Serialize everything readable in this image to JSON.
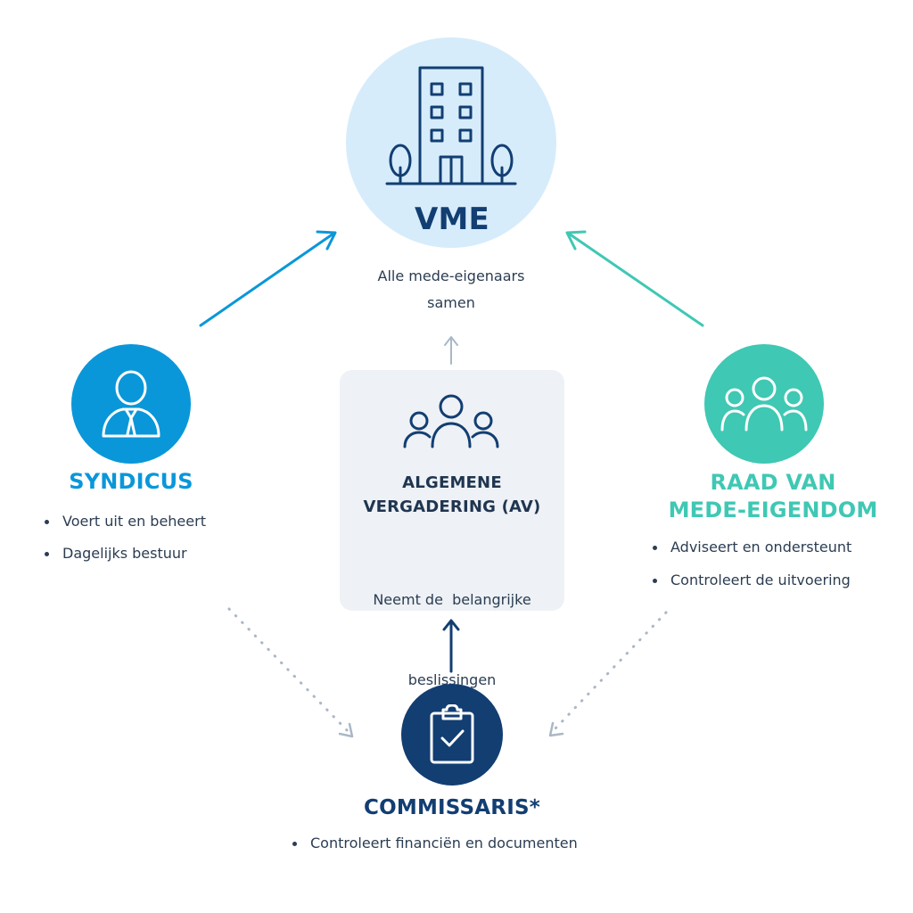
{
  "colors": {
    "navy": "#123e72",
    "blue": "#0a97d9",
    "teal": "#3fc8b4",
    "light_blue": "#d6ecfb",
    "card_bg": "#eef1f5",
    "text_dark": "#2b3d52",
    "arrow_gray": "#a9b8c8",
    "dotted_gray": "#aab7c6"
  },
  "vme": {
    "icon": "building-icon",
    "title": "VME",
    "description_line1": "Alle mede-eigenaars",
    "description_line2": "samen"
  },
  "syndicus": {
    "icon": "person-tie-icon",
    "title": "SYNDICUS",
    "bullets": [
      "Voert uit en beheert",
      "Dagelijks bestuur"
    ]
  },
  "algemene_vergadering": {
    "icon": "group-icon",
    "title_line1": "ALGEMENE",
    "title_line2": "VERGADERING (AV)",
    "description_line1": "Neemt de  belangrijke",
    "description_line2": "beslissingen"
  },
  "raad": {
    "icon": "group-icon",
    "title_line1": "RAAD VAN",
    "title_line2": "MEDE-EIGENDOM",
    "bullets": [
      "Adviseert en ondersteunt",
      "Controleert de uitvoering"
    ]
  },
  "commissaris": {
    "icon": "clipboard-check-icon",
    "title": "COMMISSARIS*",
    "bullets": [
      "Controleert financiën en documenten"
    ]
  }
}
